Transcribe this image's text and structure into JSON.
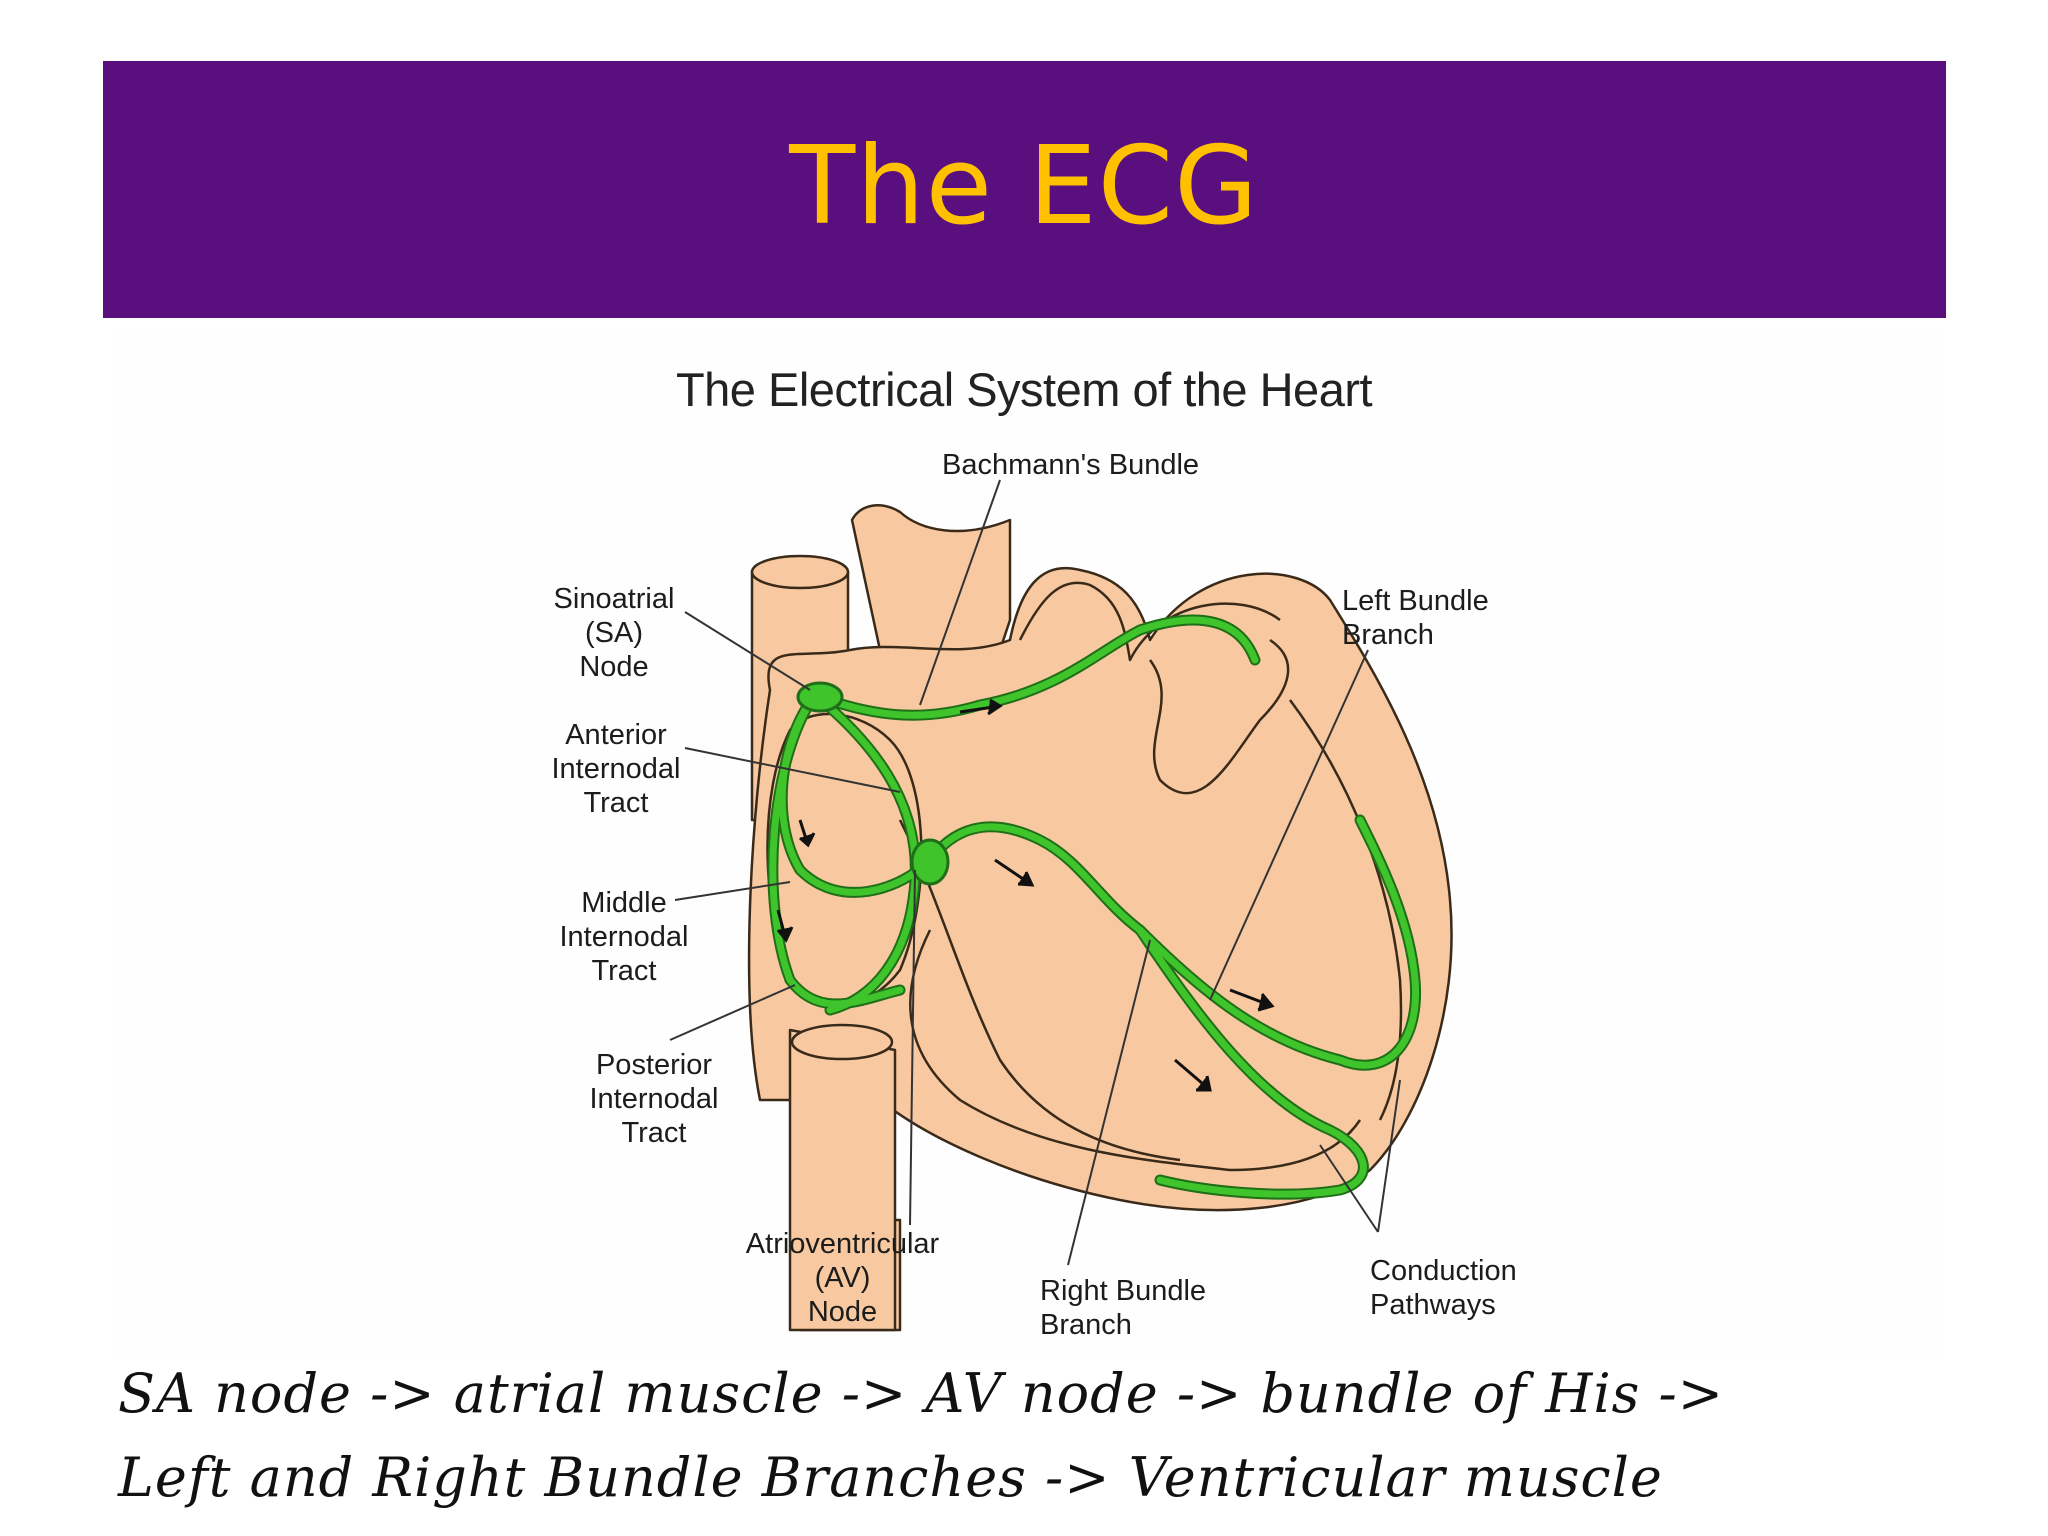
{
  "slide": {
    "title": "The ECG",
    "colors": {
      "banner": "#5a0f7e",
      "title_text": "#ffc000",
      "tissue": "#f8c9a0",
      "pathway": "#3fc42c"
    }
  },
  "diagram": {
    "title": "The Electrical System of the Heart",
    "labels": {
      "bachmann": "Bachmann's Bundle",
      "sa_node": "Sinoatrial\n(SA)\nNode",
      "anterior": "Anterior\nInternodal\nTract",
      "middle": "Middle\nInternodal\nTract",
      "posterior": "Posterior\nInternodal\nTract",
      "av_node": "Atrioventricular\n(AV)\nNode",
      "right_bundle": "Right Bundle\nBranch",
      "left_bundle": "Left Bundle\nBranch",
      "conduction": "Conduction\nPathways"
    }
  },
  "caption": {
    "line1": "SA node -> atrial muscle -> AV node -> bundle of His ->",
    "line2": "Left and Right Bundle Branches -> Ventricular muscle"
  }
}
